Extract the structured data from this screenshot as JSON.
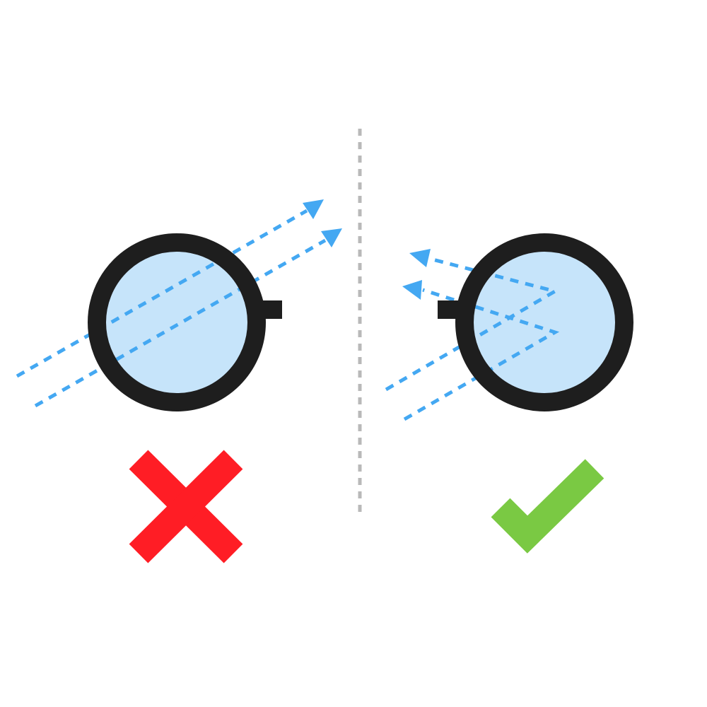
{
  "colors": {
    "background": "#ffffff",
    "frame": "#1e1e1e",
    "lens_fill": "#c6e4fa",
    "light_ray": "#44a8f2",
    "divider": "#b9b9b9",
    "wrong_mark": "#ff1d25",
    "correct_mark": "#7ac943"
  },
  "panels": [
    {
      "id": "without-coating",
      "rays": "pass-through",
      "verdict_icon": "cross-icon"
    },
    {
      "id": "with-coating",
      "rays": "reflected",
      "verdict_icon": "checkmark-icon"
    }
  ]
}
